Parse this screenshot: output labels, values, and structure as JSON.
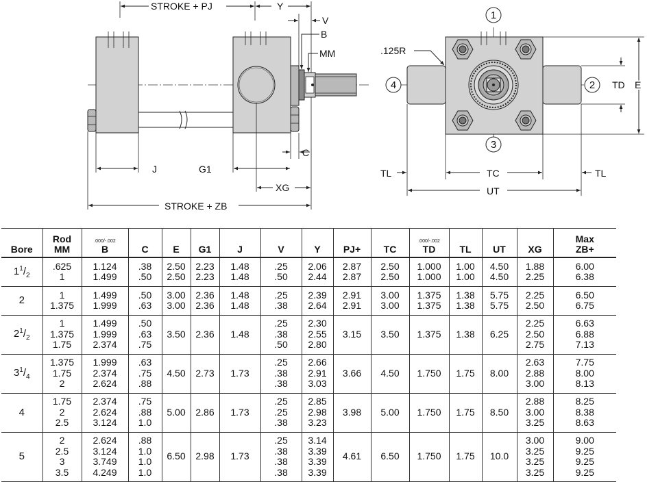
{
  "labels": {
    "stroke_pj": "STROKE + PJ",
    "y": "Y",
    "v": "V",
    "b": "B",
    "mm": "MM",
    "c": "C",
    "j": "J",
    "g1": "G1",
    "xg": "XG",
    "stroke_zb": "STROKE + ZB",
    "radius": ".125R",
    "td": "TD",
    "e": "E",
    "tl": "TL",
    "tc": "TC",
    "ut": "UT",
    "circle_1": "1",
    "circle_2": "2",
    "circle_3": "3",
    "circle_4": "4"
  },
  "table": {
    "headers": [
      "Bore",
      "Rod MM",
      "B",
      "C",
      "E",
      "G1",
      "J",
      "V",
      "Y",
      "PJ+",
      "TC",
      "TD",
      "TL",
      "UT",
      "XG",
      "Max ZB+"
    ],
    "header_top": {
      "rod": "Rod",
      "max": "Max"
    },
    "header_main": {
      "rod": "MM",
      "max": "ZB+"
    },
    "tolerance_b": ".000/-.002",
    "tolerance_td": ".000/-.002",
    "rows": [
      {
        "bore_whole": "1",
        "bore_num": "1",
        "bore_den": "2",
        "mm": ".625\n1",
        "b": "1.124\n1.499",
        "c": ".38\n.50",
        "e": "2.50\n2.50",
        "g1": "2.23\n2.23",
        "j": "1.48\n1.48",
        "v": ".25\n.50",
        "y": "2.06\n2.44",
        "pj": "2.87\n2.87",
        "tc": "2.50\n2.50",
        "td": "1.000\n1.000",
        "tl": "1.00\n1.00",
        "ut": "4.50\n4.50",
        "xg": "1.88\n2.25",
        "zb": "6.00\n6.38"
      },
      {
        "bore_whole": "2",
        "bore_num": "",
        "bore_den": "",
        "mm": "1\n1.375",
        "b": "1.499\n1.999",
        "c": ".50\n.63",
        "e": "3.00\n3.00",
        "g1": "2.36\n2.36",
        "j": "1.48\n1.48",
        "v": ".25\n.38",
        "y": "2.39\n2.64",
        "pj": "2.91\n2.91",
        "tc": "3.00\n3.00",
        "td": "1.375\n1.375",
        "tl": "1.38\n1.38",
        "ut": "5.75\n5.75",
        "xg": "2.25\n2.50",
        "zb": "6.50\n6.75"
      },
      {
        "bore_whole": "2",
        "bore_num": "1",
        "bore_den": "2",
        "mm": "1\n1.375\n1.75",
        "b": "1.499\n1.999\n2.374",
        "c": ".50\n.63\n.75",
        "e": "3.50",
        "g1": "2.36",
        "j": "1.48",
        "v": ".25\n.38\n.50",
        "y": "2.30\n2.55\n2.80",
        "pj": "3.15",
        "tc": "3.50",
        "td": "1.375",
        "tl": "1.38",
        "ut": "6.25",
        "xg": "2.25\n2.50\n2.75",
        "zb": "6.63\n6.88\n7.13"
      },
      {
        "bore_whole": "3",
        "bore_num": "1",
        "bore_den": "4",
        "mm": "1.375\n1.75\n2",
        "b": "1.999\n2.374\n2.624",
        "c": ".63\n.75\n.88",
        "e": "4.50",
        "g1": "2.73",
        "j": "1.73",
        "v": ".25\n.38\n.38",
        "y": "2.66\n2.91\n3.03",
        "pj": "3.66",
        "tc": "4.50",
        "td": "1.750",
        "tl": "1.75",
        "ut": "8.00",
        "xg": "2.63\n2.88\n3.00",
        "zb": "7.75\n8.00\n8.13"
      },
      {
        "bore_whole": "4",
        "bore_num": "",
        "bore_den": "",
        "mm": "1.75\n2\n2.5",
        "b": "2.374\n2.624\n3.124",
        "c": ".75\n.88\n1.0",
        "e": "5.00",
        "g1": "2.86",
        "j": "1.73",
        "v": ".25\n.25\n.38",
        "y": "2.85\n2.98\n3.23",
        "pj": "3.98",
        "tc": "5.00",
        "td": "1.750",
        "tl": "1.75",
        "ut": "8.50",
        "xg": "2.88\n3.00\n3.25",
        "zb": "8.25\n8.38\n8.63"
      },
      {
        "bore_whole": "5",
        "bore_num": "",
        "bore_den": "",
        "mm": "2\n2.5\n3\n3.5",
        "b": "2.624\n3.124\n3.749\n4.249",
        "c": ".88\n1.0\n1.0\n1.0",
        "e": "6.50",
        "g1": "2.98",
        "j": "1.73",
        "v": ".25\n.38\n.38\n.38",
        "y": "3.14\n3.39\n3.39\n3.39",
        "pj": "4.61",
        "tc": "6.50",
        "td": "1.750",
        "tl": "1.75",
        "ut": "10.0",
        "xg": "3.00\n3.25\n3.25\n3.25",
        "zb": "9.00\n9.25\n9.25\n9.25"
      }
    ]
  }
}
